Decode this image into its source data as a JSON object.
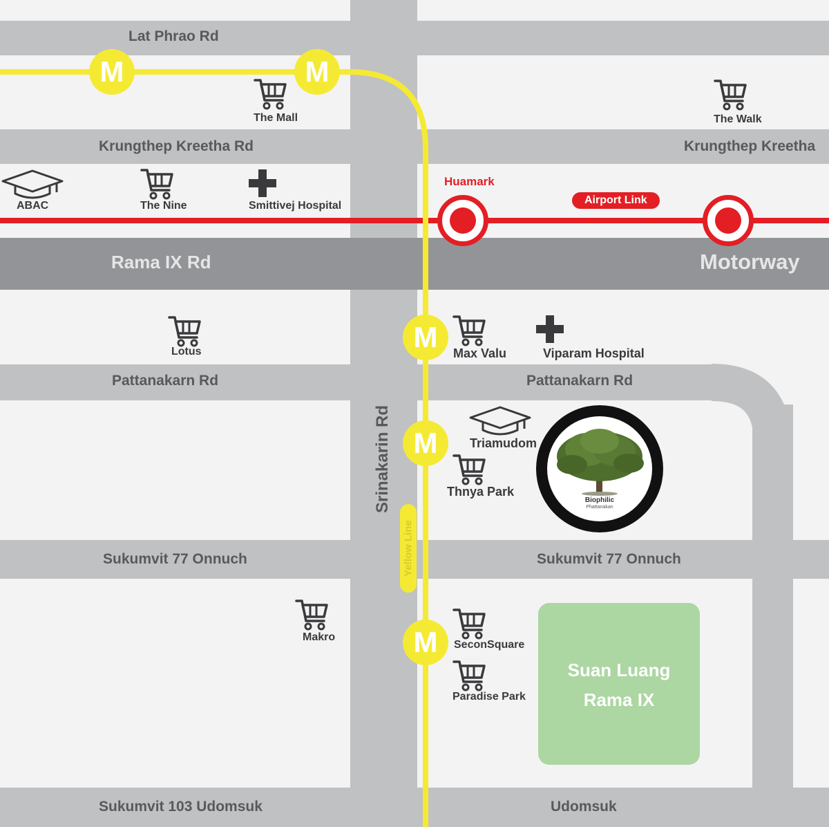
{
  "roads": {
    "lat_phrao": "Lat Phrao Rd",
    "krungthep_kreetha_west": "Krungthep Kreetha Rd",
    "krungthep_kreetha_east": "Krungthep Kreetha",
    "rama_ix": "Rama IX Rd",
    "motorway": "Motorway",
    "pattanakarn_west": "Pattanakarn Rd",
    "pattanakarn_east": "Pattanakarn Rd",
    "srinakarin": "Srinakarin Rd",
    "sukumvit77_west": "Sukumvit 77 Onnuch",
    "sukumvit77_east": "Sukumvit 77 Onnuch",
    "sukumvit103": "Sukumvit 103 Udomsuk",
    "udomsuk": "Udomsuk"
  },
  "transit": {
    "metro_symbol": "M",
    "airport_link_label": "Airport Link",
    "yellow_line_label": "Yellow Line",
    "huamark_station": "Huamark"
  },
  "pois": {
    "the_mall": "The Mall",
    "the_walk": "The Walk",
    "abac": "ABAC",
    "the_nine": "The Nine",
    "smittivej": "Smittivej Hospital",
    "lotus": "Lotus",
    "max_valu": "Max Valu",
    "viparam": "Viparam Hospital",
    "triamudom": "Triamudom",
    "thnya_park": "Thnya Park",
    "makro": "Makro",
    "seconsquare": "SeconSquare",
    "paradise_park": "Paradise Park"
  },
  "project": {
    "name": "Biophilic",
    "sub": "Phattanakan"
  },
  "park": {
    "line1": "Suan Luang",
    "line2": "Rama IX"
  },
  "colors": {
    "yellow_line": "#f5ea33",
    "airport_link": "#e31e24",
    "park": "#acd6a2",
    "road_minor": "#c0c1c3",
    "road_major": "#939497"
  }
}
